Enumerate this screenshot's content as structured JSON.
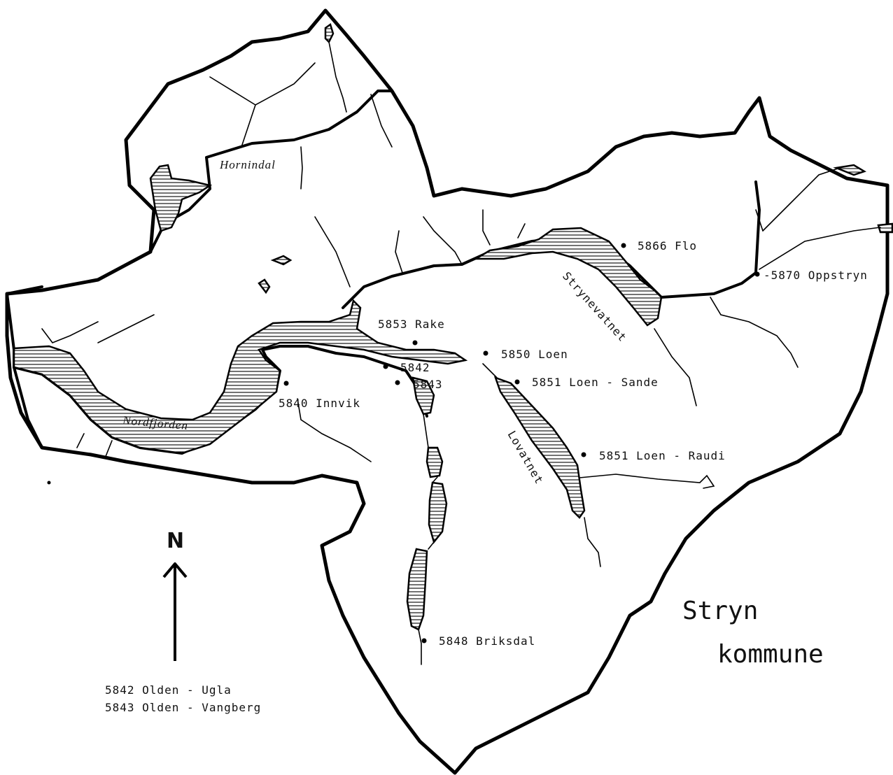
{
  "map": {
    "title_line1": "Stryn",
    "title_line2": "kommune",
    "north_label": "N",
    "region_labels": {
      "hornindal": "Hornindal",
      "nordfjorden": "Nordfjorden",
      "strynevatnet": "Strynevatnet",
      "lovatnet": "Lovatnet"
    },
    "places": [
      {
        "id": "5866",
        "label": "5866 Flo"
      },
      {
        "id": "5870",
        "label": "-5870 Oppstryn"
      },
      {
        "id": "5853",
        "label": "5853 Rake"
      },
      {
        "id": "5850",
        "label": "5850 Loen"
      },
      {
        "id": "5851a",
        "label": "5851 Loen - Sande"
      },
      {
        "id": "5842",
        "label": "5842"
      },
      {
        "id": "5843",
        "label": "5843"
      },
      {
        "id": "5840",
        "label": "5840 Innvik"
      },
      {
        "id": "5851b",
        "label": "5851 Loen - Raudi"
      },
      {
        "id": "5848",
        "label": "5848 Briksdal"
      }
    ],
    "legend": [
      "5842 Olden - Ugla",
      "5843 Olden - Vangberg"
    ]
  }
}
